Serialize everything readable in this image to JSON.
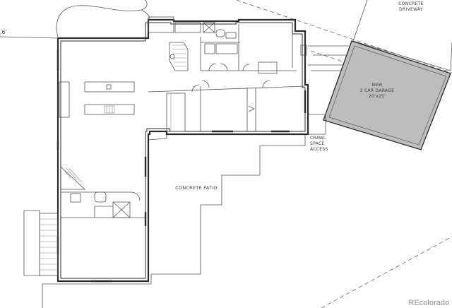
{
  "plan": {
    "dimension_fragment": ".6'",
    "concrete_driveway": [
      "CONCRETE",
      "DRIVEWAY"
    ],
    "garage": [
      "NEW",
      "2 CAR GARAGE",
      "20'x25'"
    ],
    "crawl_space": [
      "CRAWL",
      "SPACE",
      "ACCESS"
    ],
    "patio": "CONCRETE PATIO"
  },
  "watermark": "REcolorado",
  "colors": {
    "garage_fill": "#bdbdbd",
    "wall": "#2b2b2b",
    "background": "#ffffff"
  }
}
